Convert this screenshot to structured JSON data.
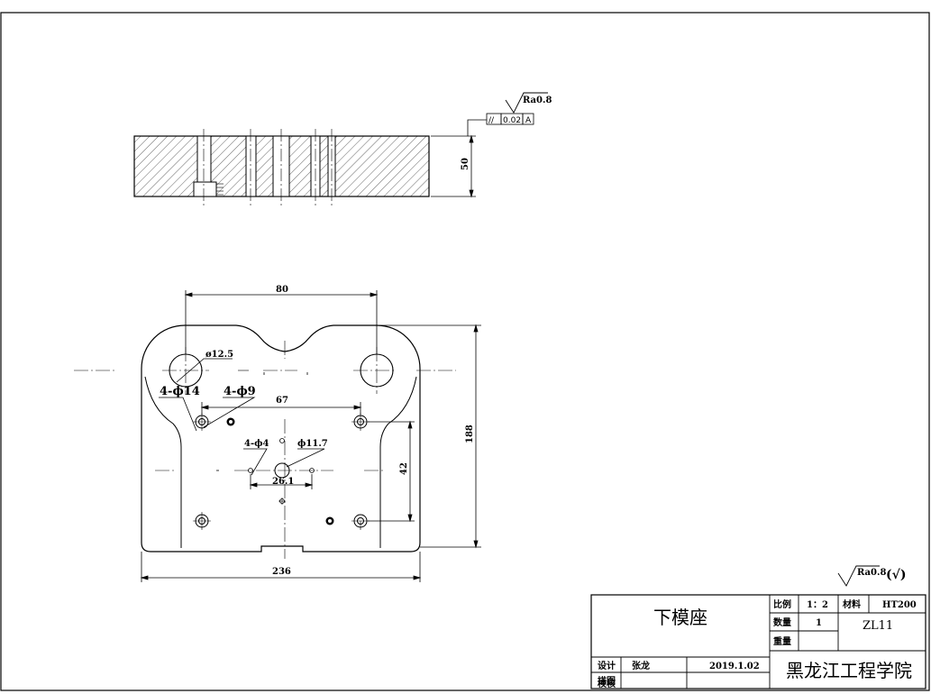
{
  "section_view": {
    "height_dim": "50",
    "roughness": "Ra0.8",
    "tolerance": {
      "symbol": "//",
      "value": "0.02",
      "datum": "A"
    }
  },
  "plan_view": {
    "dim_top": "80",
    "dim_bottom": "236",
    "dim_right": "188",
    "dim_inner": "42",
    "dim_67": "67",
    "dim_26": "26.1",
    "label_d12": "ø12.5",
    "label_14": "4-ϕ14",
    "label_9": "4-ϕ9",
    "label_4": "4-ϕ4",
    "label_117": "ϕ11.7"
  },
  "surface_note": {
    "value": "Ra0.8",
    "suffix": "(√)"
  },
  "title_block": {
    "part_name": "下模座",
    "scale_label": "比例",
    "scale_value": "1：2",
    "material_label": "材料",
    "material_value": "HT200",
    "qty_label": "数量",
    "qty_value": "1",
    "drawing_no": "ZL11",
    "weight_label": "重量",
    "design_label": "设计",
    "designer": "张龙",
    "date": "2019.1.02",
    "drafting_label": "描图",
    "check_label": "校核",
    "school": "黑龙江工程学院"
  }
}
